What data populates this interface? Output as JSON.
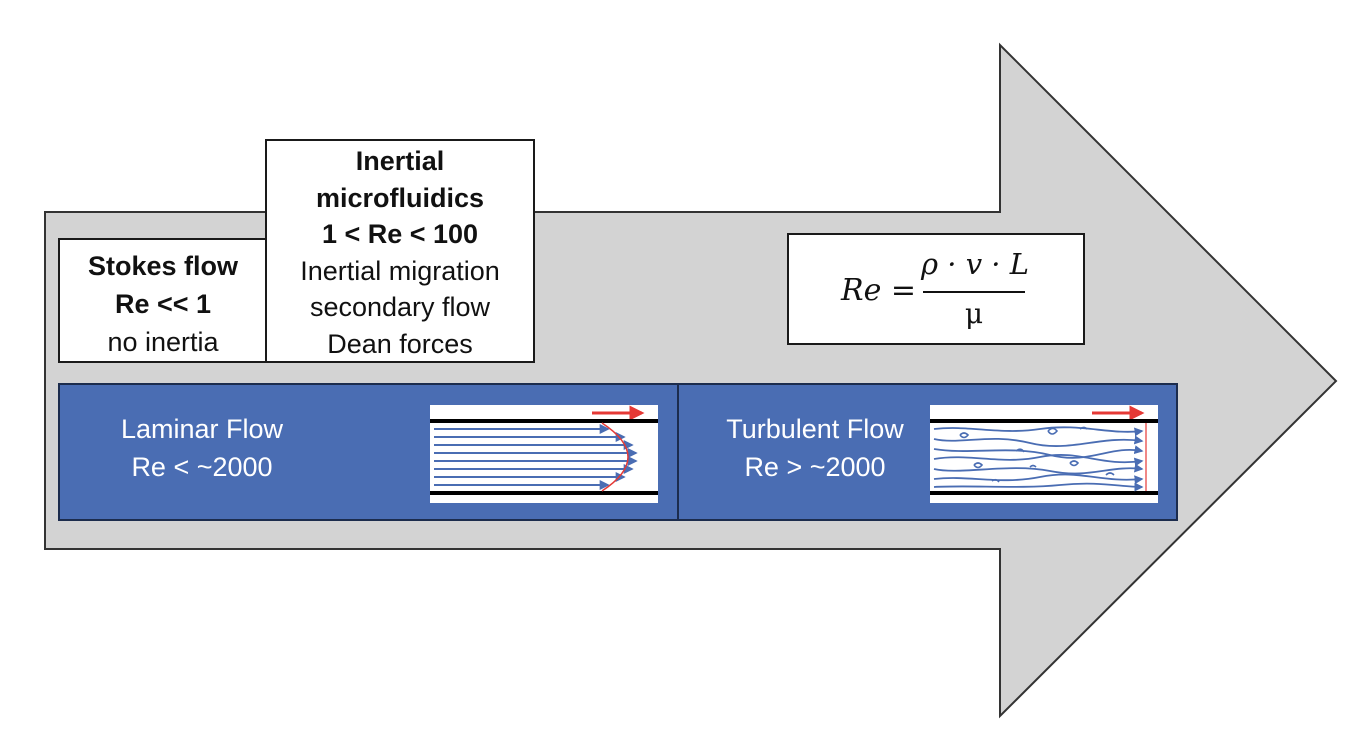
{
  "stokes": {
    "title": "Stokes flow",
    "range": "Re << 1",
    "note": "no inertia"
  },
  "inertial": {
    "title_1": "Inertial",
    "title_2": "microfluidics",
    "range": "1 < Re < 100",
    "item_1": "Inertial migration",
    "item_2": "secondary flow",
    "item_3": "Dean forces"
  },
  "formula": {
    "lhs": "Re",
    "equals": "=",
    "numerator": "ρ · v · L",
    "denominator": "μ"
  },
  "laminar": {
    "label": "Laminar Flow",
    "range": "Re < ~2000"
  },
  "turbulent": {
    "label": "Turbulent Flow",
    "range": "Re > ~2000"
  },
  "colors": {
    "arrow_fill": "#d3d3d3",
    "panel_fill": "#4a6db3",
    "streamline": "#4a6db3",
    "flow_arrow": "#e53935"
  }
}
